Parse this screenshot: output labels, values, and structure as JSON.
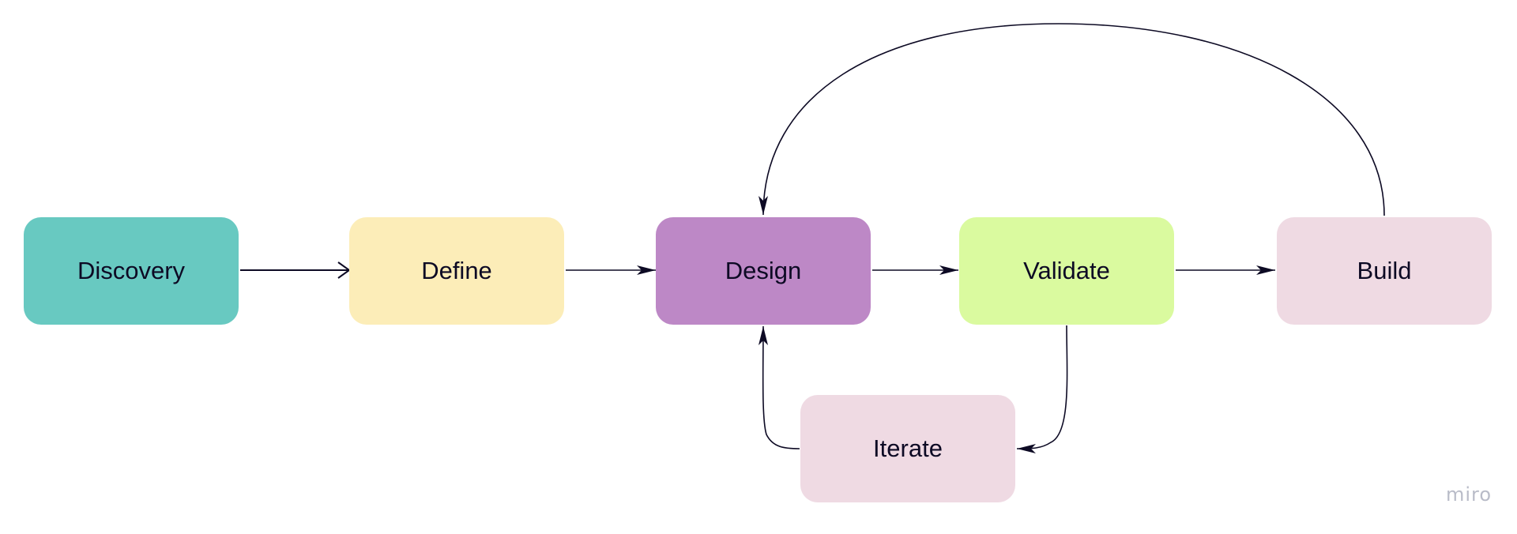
{
  "diagram": {
    "nodes": [
      {
        "id": "discovery",
        "label": "Discovery",
        "color": "#68c9c1"
      },
      {
        "id": "define",
        "label": "Define",
        "color": "#fcedb8"
      },
      {
        "id": "design",
        "label": "Design",
        "color": "#bd88c6"
      },
      {
        "id": "validate",
        "label": "Validate",
        "color": "#dafa9f"
      },
      {
        "id": "build",
        "label": "Build",
        "color": "#efdae3"
      },
      {
        "id": "iterate",
        "label": "Iterate",
        "color": "#efdae3"
      }
    ],
    "edges": [
      {
        "from": "discovery",
        "to": "define",
        "arrowhead": "open"
      },
      {
        "from": "define",
        "to": "design",
        "arrowhead": "filled"
      },
      {
        "from": "design",
        "to": "validate",
        "arrowhead": "filled"
      },
      {
        "from": "validate",
        "to": "build",
        "arrowhead": "filled"
      },
      {
        "from": "build",
        "to": "design",
        "arrowhead": "filled"
      },
      {
        "from": "validate",
        "to": "iterate",
        "arrowhead": "filled"
      },
      {
        "from": "iterate",
        "to": "design",
        "arrowhead": "filled"
      }
    ],
    "line_color": "#0d0a24"
  },
  "watermark": "miro"
}
